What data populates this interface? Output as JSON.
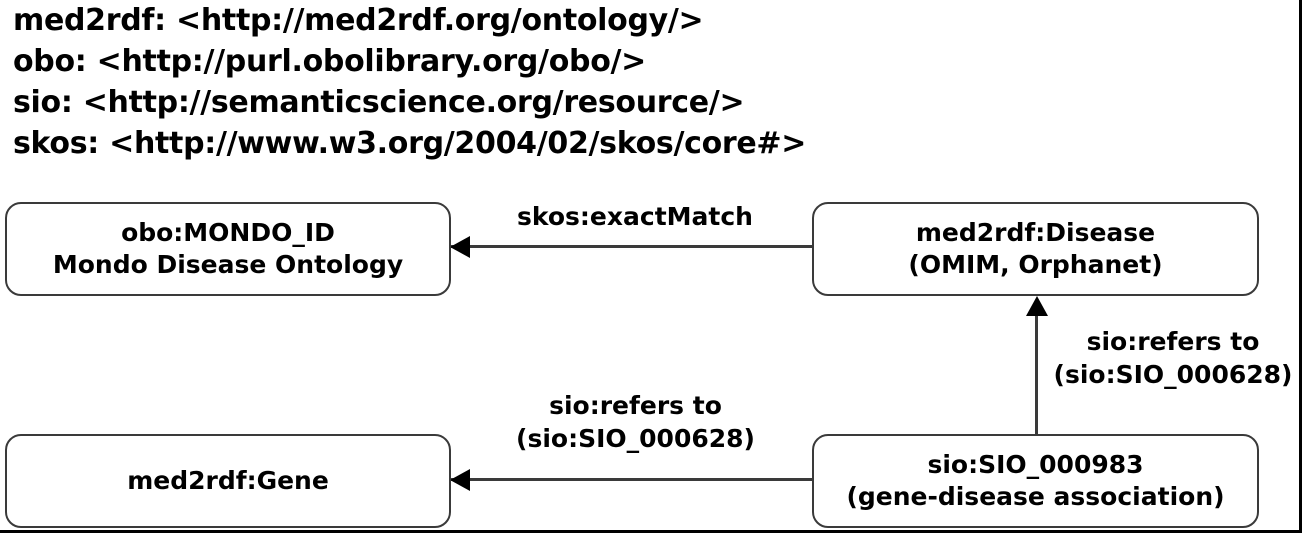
{
  "diagram": {
    "prefixes": [
      "med2rdf: <http://med2rdf.org/ontology/>",
      "obo: <http://purl.obolibrary.org/obo/>",
      "sio: <http://semanticscience.org/resource/>",
      "skos: <http://www.w3.org/2004/02/skos/core#>"
    ],
    "nodes": {
      "mondo": {
        "line1": "obo:MONDO_ID",
        "line2": "Mondo Disease Ontology"
      },
      "disease": {
        "line1": "med2rdf:Disease",
        "line2": "(OMIM, Orphanet)"
      },
      "gene": {
        "line1": "med2rdf:Gene",
        "line2": ""
      },
      "association": {
        "line1": "sio:SIO_000983",
        "line2": "(gene-disease association)"
      }
    },
    "edges": {
      "disease_to_mondo": {
        "label_line1": "skos:exactMatch",
        "label_line2": ""
      },
      "association_to_gene": {
        "label_line1": "sio:refers to",
        "label_line2": "(sio:SIO_000628)"
      },
      "association_to_disease": {
        "label_line1": "sio:refers to",
        "label_line2": "(sio:SIO_000628)"
      }
    },
    "colors": {
      "background": "#ffffff",
      "text": "#000000",
      "box_border": "#3a3a3a",
      "arrow": "#000000"
    }
  }
}
